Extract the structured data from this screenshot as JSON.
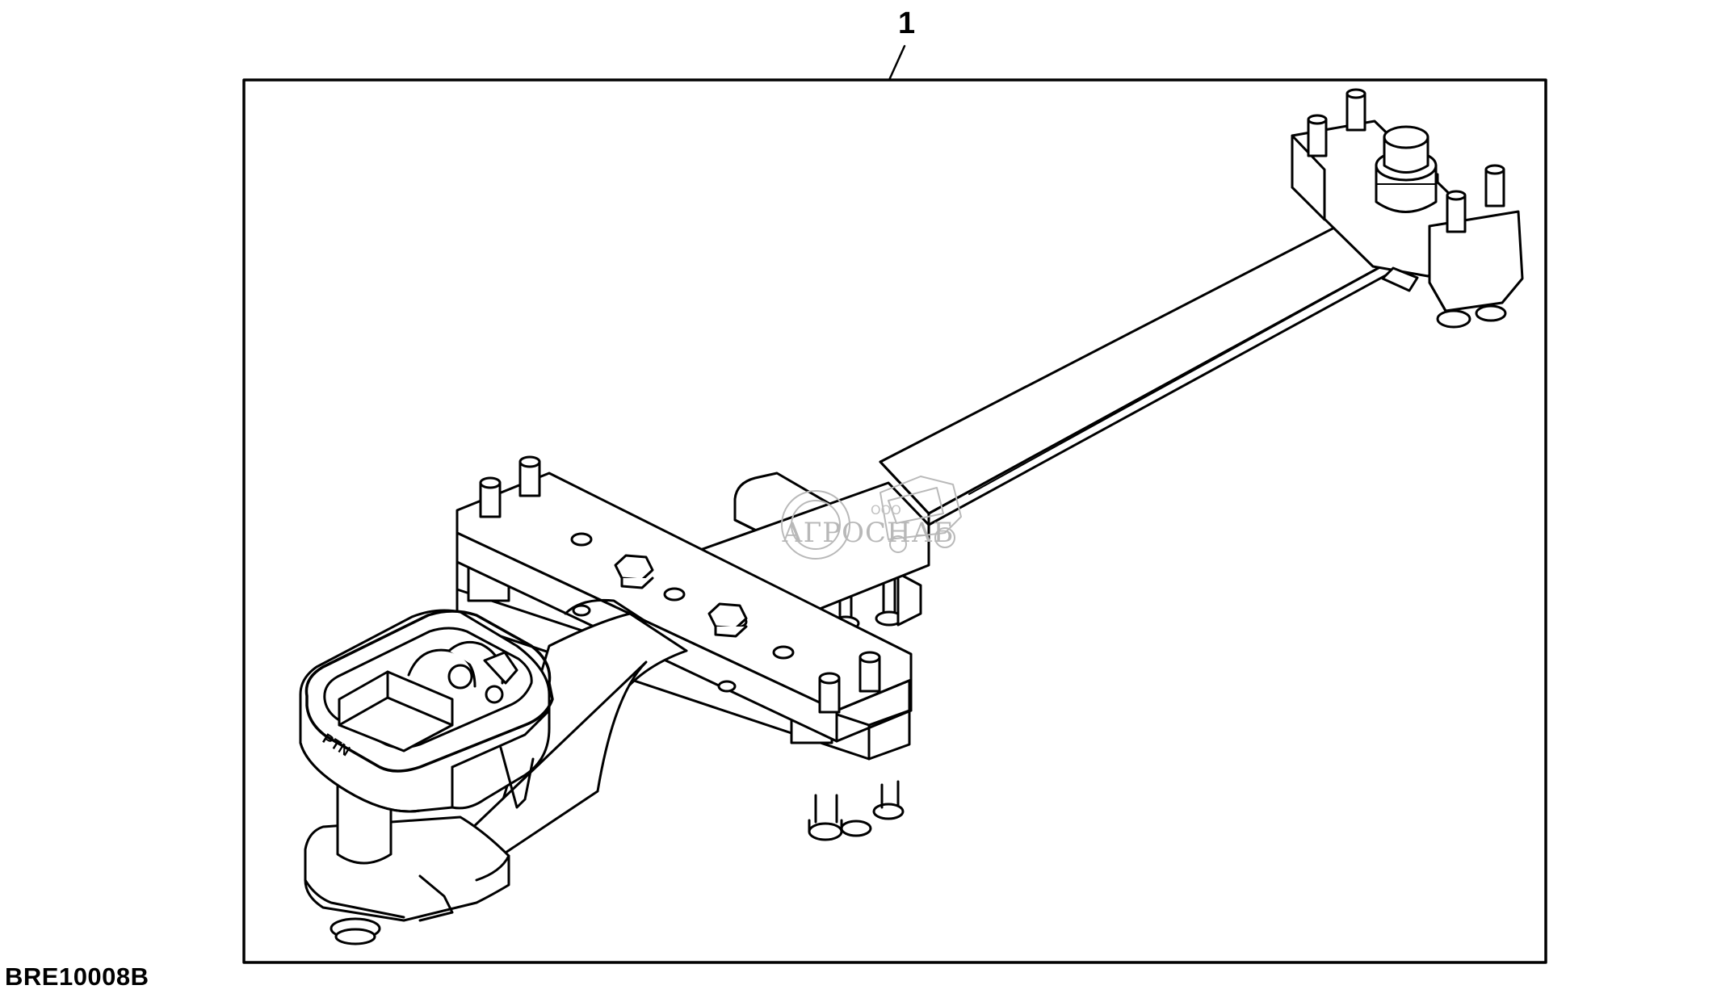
{
  "callout_number": "1",
  "figure_id": "BRE10008B",
  "watermark": {
    "brand": "АГРОСНАБ",
    "prefix": "ООО"
  },
  "part_marking": "PTN"
}
